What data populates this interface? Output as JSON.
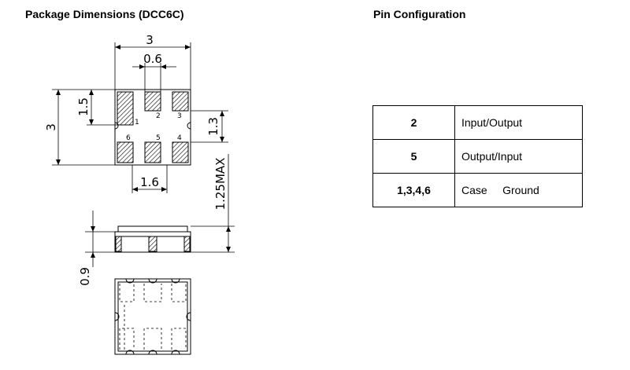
{
  "headings": {
    "package_dimensions": "Package Dimensions (DCC6C)",
    "pin_configuration": "Pin Configuration"
  },
  "dimensions": {
    "width": "3",
    "pad_gap": "0.6",
    "height": "3",
    "pad_length": "1.5",
    "pad_offset": "1.3",
    "pad_pitch": "1.6",
    "max_height": "1.25MAX",
    "thickness": "0.9"
  },
  "pin_numbers": [
    "1",
    "2",
    "3",
    "4",
    "5",
    "6"
  ],
  "pin_table": [
    {
      "pin": "2",
      "function": "Input/Output"
    },
    {
      "pin": "5",
      "function": "Output/Input"
    },
    {
      "pin": "1,3,4,6",
      "function": "Case     Ground"
    }
  ]
}
